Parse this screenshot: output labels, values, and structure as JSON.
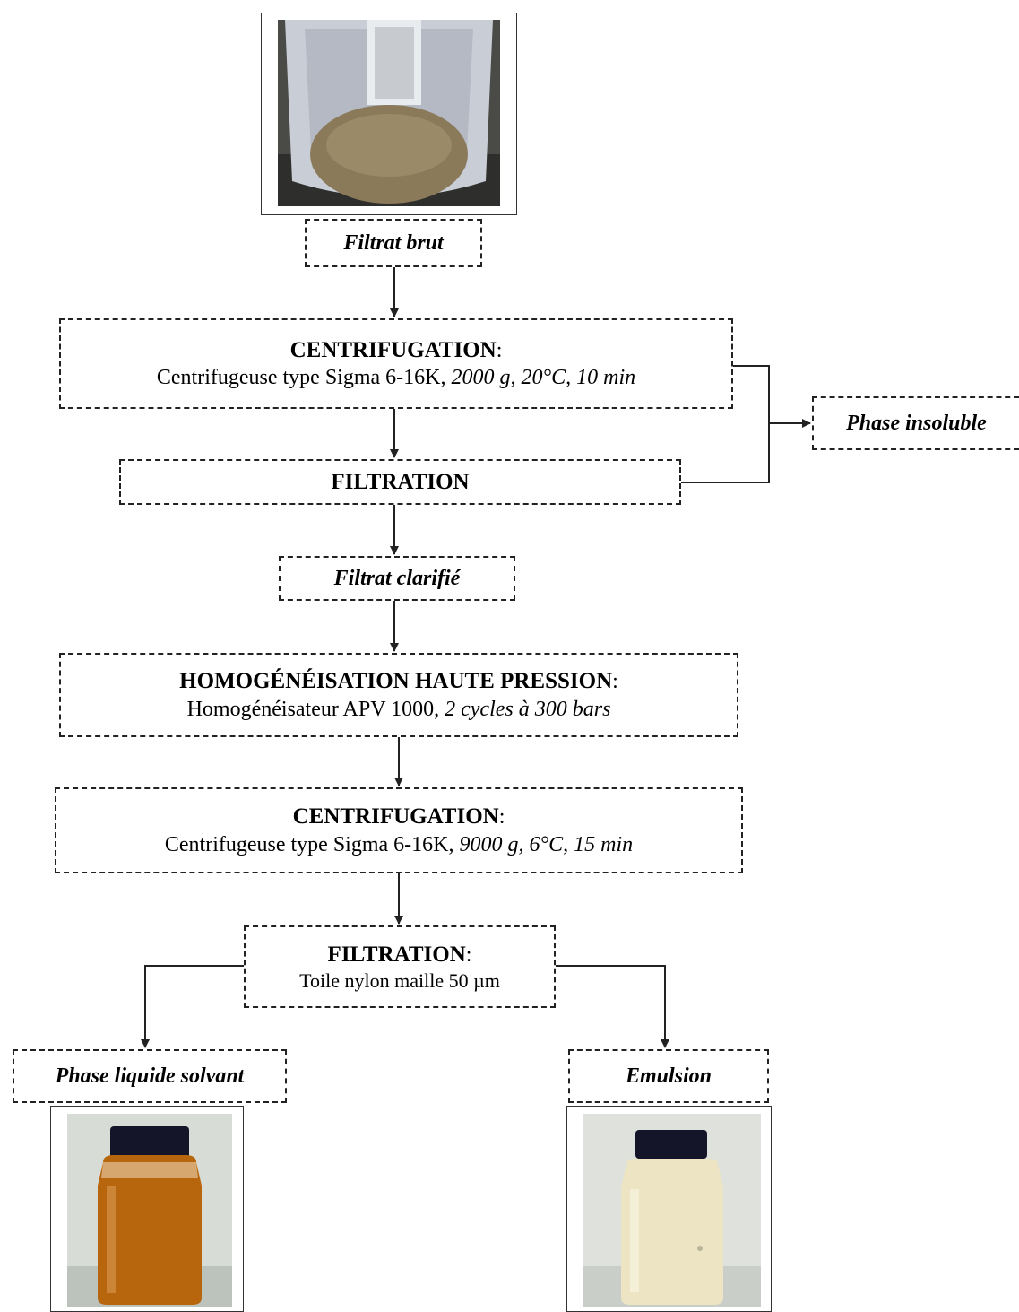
{
  "nodes": {
    "filtrat_brut": "Filtrat brut",
    "centrifugation1": {
      "title": "CENTRIFUGATION",
      "colon": ":",
      "device": "Centrifugeuse type Sigma 6-16K,",
      "params": "2000 g, 20°C, 10 min"
    },
    "phase_insoluble": "Phase insoluble",
    "filtration1": "FILTRATION",
    "filtrat_clarifie": "Filtrat clarifié",
    "homogeneisation": {
      "title": "HOMOGÉNÉISATION HAUTE PRESSION",
      "colon": ":",
      "device": "Homogénéisateur APV 1000,",
      "params": "2 cycles à 300 bars"
    },
    "centrifugation2": {
      "title": "CENTRIFUGATION",
      "colon": ":",
      "device": "Centrifugeuse type Sigma 6-16K,",
      "params": "9000 g, 6°C, 15 min"
    },
    "filtration2": {
      "title": "FILTRATION",
      "colon": ":",
      "detail": "Toile nylon maille 50 µm"
    },
    "phase_liquide_solvant": "Phase liquide solvant",
    "emulsion": "Emulsion"
  },
  "colors": {
    "line": "#222222",
    "crude_filtrate": "#8a7a5a",
    "solvent_liquid": "#b8660e",
    "emulsion": "#ece4c2",
    "jar_lid": "#15152a"
  }
}
